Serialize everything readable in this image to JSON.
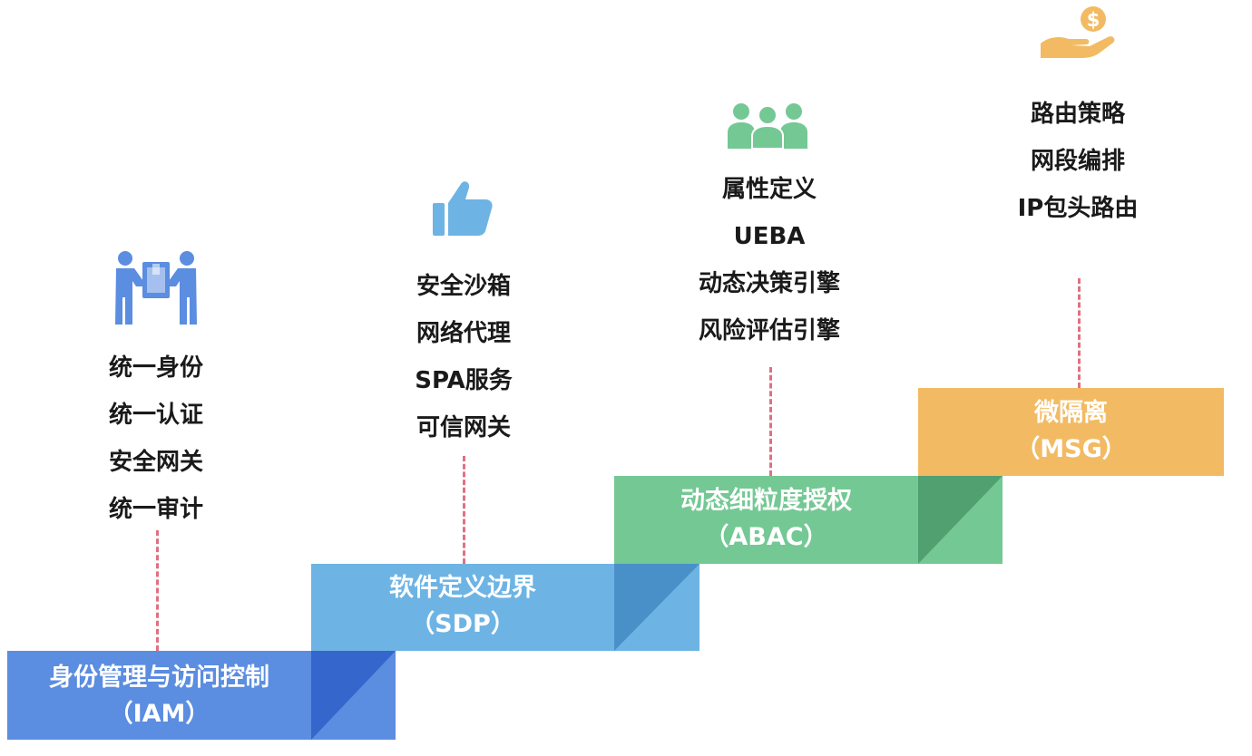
{
  "steps": [
    {
      "title": "身份管理与访问控制",
      "abbr": "（IAM）",
      "color": "#5b8de0",
      "shadow": "#3566cc",
      "icon": "people-carrying-box-icon",
      "features": [
        "统一身份",
        "统一认证",
        "安全网关",
        "统一审计"
      ]
    },
    {
      "title": "软件定义边界",
      "abbr": "（SDP）",
      "color": "#6db4e4",
      "shadow": "#4a90c8",
      "icon": "thumbs-up-icon",
      "features": [
        "安全沙箱",
        "网络代理",
        "SPA服务",
        "可信网关"
      ]
    },
    {
      "title": "动态细粒度授权",
      "abbr": "（ABAC）",
      "color": "#74c894",
      "shadow": "#50a070",
      "icon": "user-group-icon",
      "features": [
        "属性定义",
        "UEBA",
        "动态决策引擎",
        "风险评估引擎"
      ]
    },
    {
      "title": "微隔离",
      "abbr": "（MSG）",
      "color": "#f2bb63",
      "shadow": "#d99a3a",
      "icon": "hand-holding-dollar-icon",
      "features": [
        "路由策略",
        "网段编排",
        "IP包头路由"
      ]
    }
  ],
  "dash_color": "#e07080",
  "text_color": "#1a1a1a"
}
